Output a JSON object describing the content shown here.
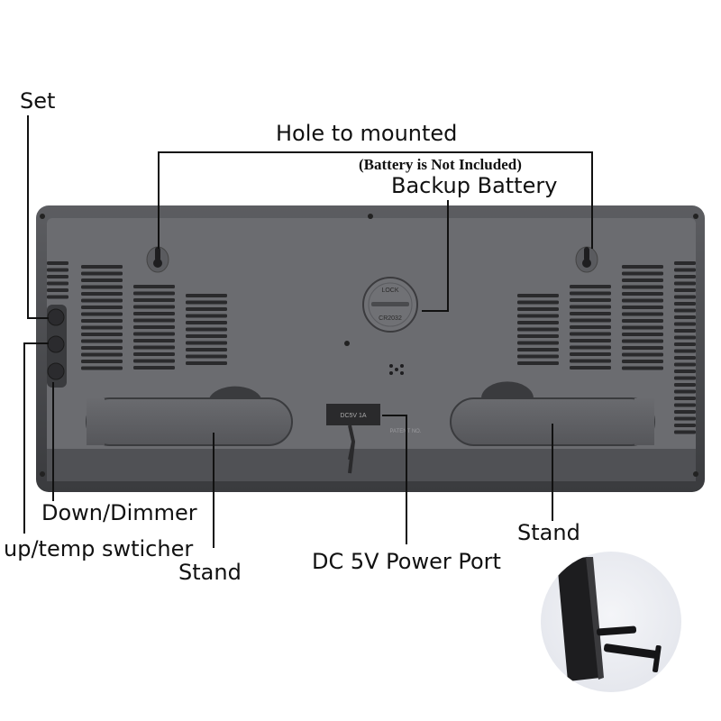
{
  "labels": {
    "set": "Set",
    "hole_to_mounted": "Hole to mounted",
    "battery_note": "(Battery is Not Included)",
    "backup_battery": "Backup Battery",
    "down_dimmer": "Down/Dimmer",
    "up_temp_switcher": "up/temp swticher",
    "stand_left": "Stand",
    "stand_right": "Stand",
    "dc_power_port": "DC 5V Power Port"
  },
  "device": {
    "battery_cover_text": "LOCK",
    "battery_type_text": "CR2032",
    "port_label": "DC5V 1A",
    "patent_text": "PATENT NO.",
    "body_color": "#4a4b4e",
    "panel_color": "#6d6e72"
  }
}
